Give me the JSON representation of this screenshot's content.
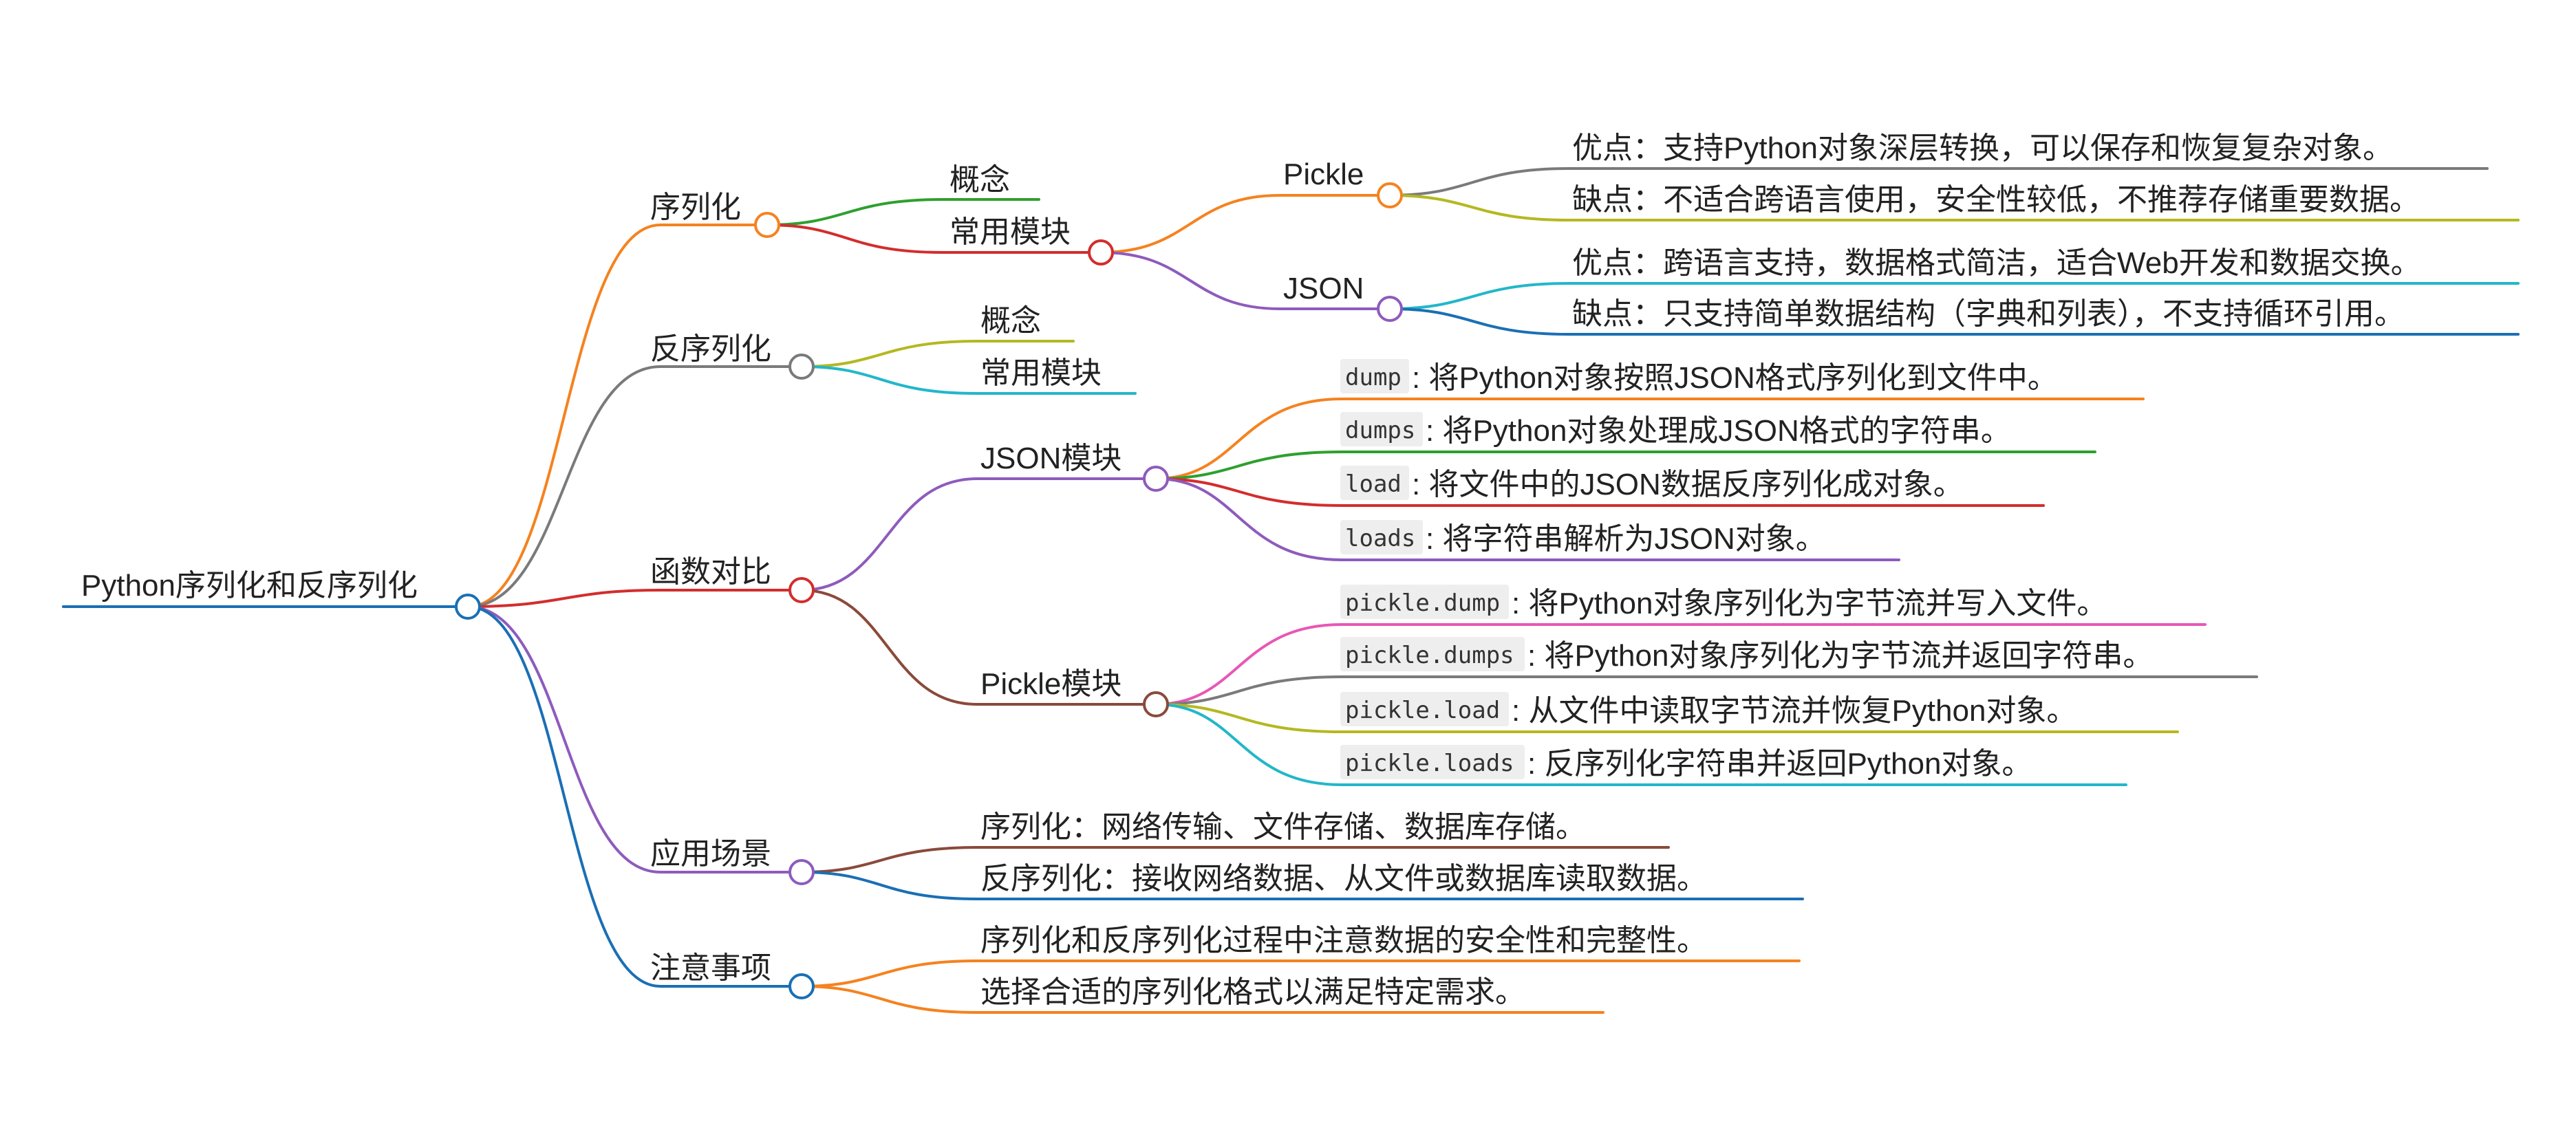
{
  "mindmap": {
    "root": "Python序列化和反序列化",
    "serialization": {
      "title": "序列化",
      "concept": "概念",
      "modules": "常用模块",
      "pickle": {
        "title": "Pickle",
        "pro": "优点：支持Python对象深层转换，可以保存和恢复复杂对象。",
        "con": "缺点：不适合跨语言使用，安全性较低，不推荐存储重要数据。"
      },
      "json": {
        "title": "JSON",
        "pro": "优点：跨语言支持，数据格式简洁，适合Web开发和数据交换。",
        "con": "缺点：只支持简单数据结构（字典和列表），不支持循环引用。"
      }
    },
    "deserialization": {
      "title": "反序列化",
      "concept": "概念",
      "modules": "常用模块"
    },
    "compare": {
      "title": "函数对比",
      "json_module": {
        "title": "JSON模块",
        "items": [
          {
            "code": "dump",
            "desc": ": 将Python对象按照JSON格式序列化到文件中。"
          },
          {
            "code": "dumps",
            "desc": ": 将Python对象处理成JSON格式的字符串。"
          },
          {
            "code": "load",
            "desc": ": 将文件中的JSON数据反序列化成对象。"
          },
          {
            "code": "loads",
            "desc": ": 将字符串解析为JSON对象。"
          }
        ]
      },
      "pickle_module": {
        "title": "Pickle模块",
        "items": [
          {
            "code": "pickle.dump",
            "desc": ": 将Python对象序列化为字节流并写入文件。"
          },
          {
            "code": "pickle.dumps",
            "desc": ": 将Python对象序列化为字节流并返回字符串。"
          },
          {
            "code": "pickle.load",
            "desc": ": 从文件中读取字节流并恢复Python对象。"
          },
          {
            "code": "pickle.loads",
            "desc": ": 反序列化字符串并返回Python对象。"
          }
        ]
      }
    },
    "scenarios": {
      "title": "应用场景",
      "items": [
        "序列化：网络传输、文件存储、数据库存储。",
        "反序列化：接收网络数据、从文件或数据库读取数据。"
      ]
    },
    "notes": {
      "title": "注意事项",
      "items": [
        "序列化和反序列化过程中注意数据的安全性和完整性。",
        "选择合适的序列化格式以满足特定需求。"
      ]
    }
  },
  "colors": {
    "blue": "#1a6fb5",
    "orange": "#f5821f",
    "gray": "#7a7a7a",
    "red": "#d32d2d",
    "purple": "#8e5bbd",
    "green": "#2ea02e",
    "olive": "#b5b820",
    "cyan": "#22b7c9",
    "brown": "#8a4a3a",
    "pink": "#e857b6"
  }
}
